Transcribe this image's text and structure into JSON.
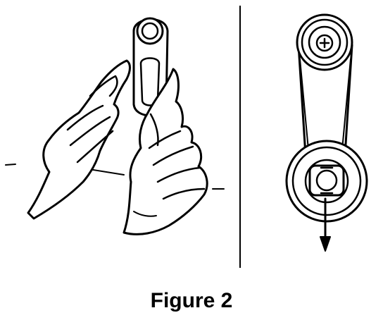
{
  "figure": {
    "caption": "Figure 2",
    "panels": [
      {
        "name": "hands-removing-crank-handle"
      },
      {
        "name": "crank-handle-with-arrow"
      }
    ],
    "stroke_color": "#000000",
    "background": "#ffffff"
  }
}
